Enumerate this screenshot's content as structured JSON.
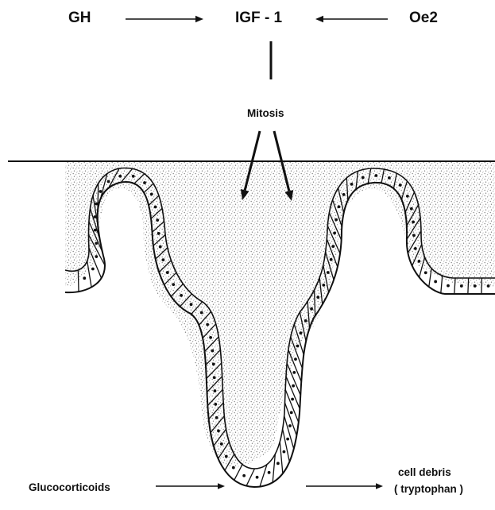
{
  "labels": {
    "gh": "GH",
    "igf1": "IGF - 1",
    "oe2": "Oe2",
    "mitosis": "Mitosis",
    "glucocorticoids": "Glucocorticoids",
    "cell_debris": "cell debris",
    "tryptophan": "( tryptophan )"
  },
  "colors": {
    "ink": "#111111",
    "tissue_stipple": "#9a9a9a",
    "cell_fill": "#ffffff"
  },
  "icons": [
    "arrow-right-icon",
    "arrow-left-icon",
    "nucleus-dot-icon"
  ]
}
